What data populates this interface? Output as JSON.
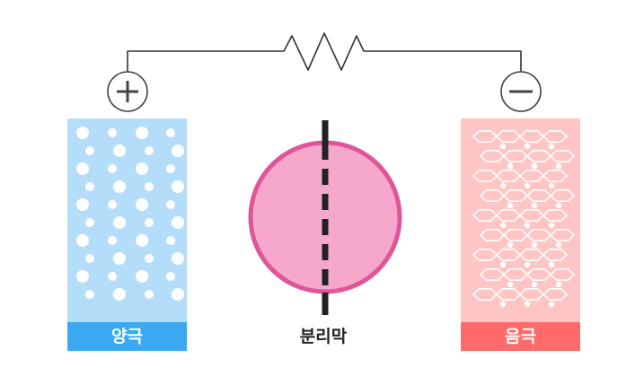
{
  "labels": {
    "anode": "양극",
    "separator": "분리막",
    "cathode": "음극"
  },
  "terminals": {
    "positive_symbol": "+",
    "negative_symbol": "−"
  },
  "colors": {
    "anode_fill": "#b4ddfa",
    "anode_label_bg": "#3ba9f2",
    "cathode_fill": "#ffc4c4",
    "cathode_label_bg": "#ff6b6b",
    "separator_circle_fill": "#f5a8cb",
    "separator_circle_stroke": "#e0559a",
    "separator_line": "#222222",
    "wire": "#333333"
  },
  "icons": {
    "positive_terminal": "plus-icon",
    "negative_terminal": "minus-icon",
    "resistor": "resistor-icon"
  }
}
